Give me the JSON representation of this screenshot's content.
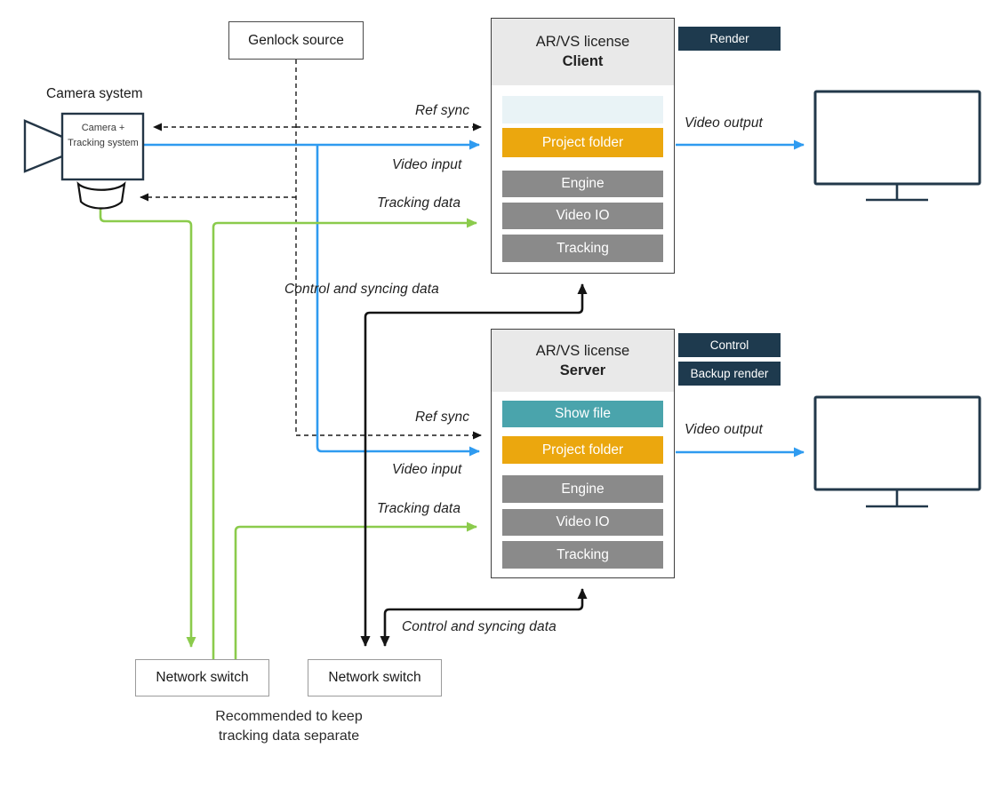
{
  "colors": {
    "video_blue": "#2F9BF0",
    "tracking_green": "#8BCB4C",
    "badge_navy": "#1E3A4E",
    "project_orange": "#EBA70E",
    "show_file_teal": "#4AA4AC",
    "module_gray": "#8A8A8A",
    "header_gray": "#E9E9E9",
    "empty_slot_blue": "#E9F3F6"
  },
  "camera": {
    "title": "Camera system",
    "label": "Camera + Tracking system"
  },
  "genlock": {
    "label": "Genlock source"
  },
  "client": {
    "license": "AR/VS license",
    "role": "Client",
    "badges": [
      "Render"
    ],
    "project_folder": "Project folder",
    "modules": [
      "Engine",
      "Video IO",
      "Tracking"
    ]
  },
  "server": {
    "license": "AR/VS license",
    "role": "Server",
    "badges": [
      "Control",
      "Backup render"
    ],
    "show_file": "Show file",
    "project_folder": "Project folder",
    "modules": [
      "Engine",
      "Video IO",
      "Tracking"
    ]
  },
  "switches": {
    "left": "Network switch",
    "right": "Network switch"
  },
  "edges": {
    "ref_sync_client": "Ref sync",
    "video_input_client": "Video input",
    "tracking_data_client": "Tracking data",
    "control_client": "Control and syncing data",
    "video_output_client": "Video output",
    "ref_sync_server": "Ref sync",
    "video_input_server": "Video input",
    "tracking_data_server": "Tracking data",
    "control_server": "Control and syncing data",
    "video_output_server": "Video output"
  },
  "note": {
    "line1": "Recommended to keep",
    "line2": "tracking data separate"
  }
}
